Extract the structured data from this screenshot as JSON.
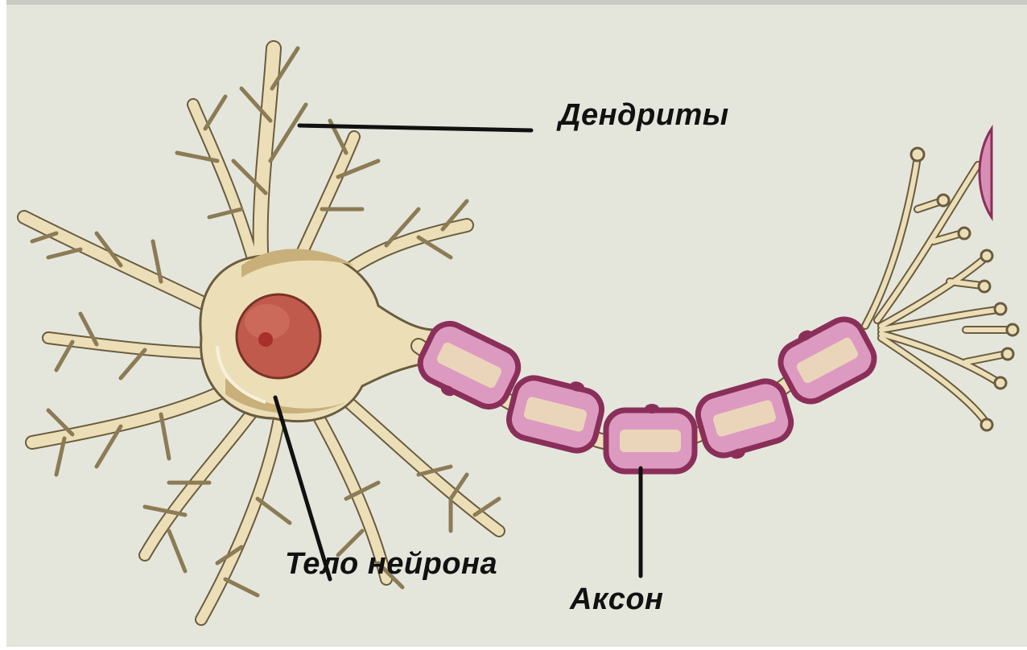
{
  "labels": {
    "dendrites": "Дендриты",
    "body": "Тело нейрона",
    "axon": "Аксон"
  },
  "colors": {
    "background": "#e4e6dc",
    "cell_fill": "#ecdfb8",
    "cell_stroke": "#6a5c3e",
    "nucleus": "#c05a4c",
    "nucleolus": "#a8302a",
    "myelin_fill": "#dd9ac0",
    "myelin_stroke": "#8a2f5a",
    "leader_line": "#111111"
  }
}
